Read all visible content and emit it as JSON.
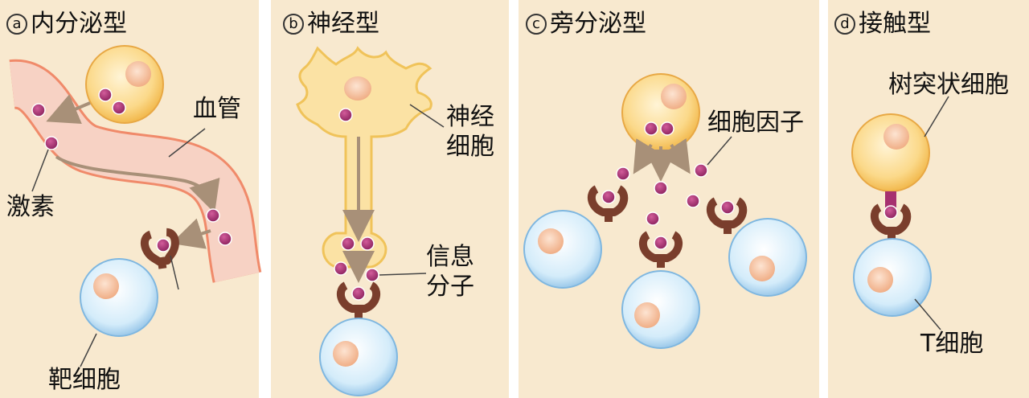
{
  "panels": [
    {
      "badge": "a",
      "title": "内分泌型"
    },
    {
      "badge": "b",
      "title": "神经型"
    },
    {
      "badge": "c",
      "title": "旁分泌型"
    },
    {
      "badge": "d",
      "title": "接触型"
    }
  ],
  "labels": {
    "blood_vessel": "血管",
    "hormone": "激素",
    "target_cell": "靶细胞",
    "nerve_cell_line1": "神经",
    "nerve_cell_line2": "细胞",
    "signal_molecule_line1": "信息",
    "signal_molecule_line2": "分子",
    "cytokine": "细胞因子",
    "dendritic_cell": "树突状细胞",
    "t_cell": "T细胞"
  },
  "colors": {
    "background": "#f8e9cf",
    "secreting_cell": "#fbd98a",
    "target_cell": "#cfe9f8",
    "nucleus": "#f6c4a2",
    "molecule": "#a6306f",
    "receptor": "#7a3e2c",
    "vessel_wall": "#f08a6a",
    "vessel_fill": "#f7d2c4",
    "arrow": "#a89078"
  }
}
